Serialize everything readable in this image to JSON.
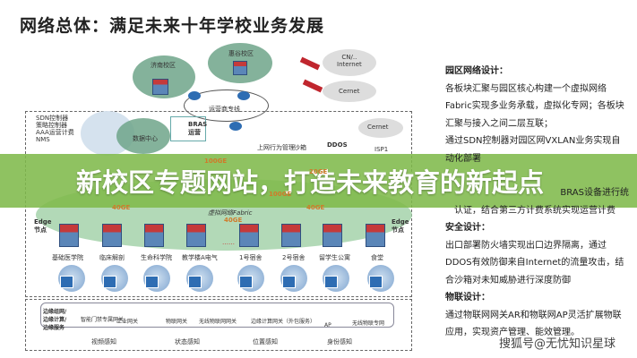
{
  "title": "网络总体：满足未来十年学校业务发展",
  "banner": "新校区专题网站，打造未来教育的新起点",
  "watermark": "搜狐号@无忧知识星球",
  "diagram": {
    "clouds": {
      "jinan": "济南校区",
      "campus2": "惠谷校区",
      "cn_internet": "CN/..\nInternet",
      "cernet": "Cernet",
      "cernet2": "Cernet",
      "isp1": "ISP1",
      "datacenter": "数据中心"
    },
    "operator_line": "运营商专线",
    "mgmt": [
      "SDN控制器",
      "策略控制器",
      "AAA运营计费",
      "NMS"
    ],
    "bras": "BRAS\n运营",
    "security": [
      "上网行为管理",
      "沙箱",
      "DDOS"
    ],
    "links": [
      "100GE",
      "20GE",
      "100GE",
      "40GE",
      "40GE",
      "40GE"
    ],
    "fabric": "虚拟网络Fabric",
    "edge_label": "Edge\n节点",
    "edge_nodes": [
      "基础医学院",
      "临床解剖",
      "生命科学院",
      "教学楼A电气",
      "1号宿舍",
      "2号宿舍",
      "留学生公寓",
      "食堂"
    ],
    "ellipsis": "……",
    "iot_label": "边缘组网/边缘计算/边缘服务",
    "iot_items": [
      "智能门禁专属网关",
      "工业网关",
      "物联网关",
      "无线物联网网关",
      "边缘计算网关（外包服务）",
      "AP",
      "无线物联专网"
    ],
    "sensing": [
      "视频感知",
      "状态感知",
      "位置感知",
      "身份感知"
    ]
  },
  "panel": {
    "sections": [
      {
        "heading": "园区网络设计：",
        "lines": [
          "各板块汇聚与园区核心构建一个虚拟网络",
          "Fabric实现多业务承载，虚拟化专网；各板块",
          "汇聚与接入之间二层互联；",
          "通过SDN控制器对园区网VXLAN业务实现自",
          "动化部署"
        ]
      },
      {
        "heading": "",
        "lines": [
          "BRAS设备进行统",
          "认证，结合第三方计费系统实现运营计费"
        ]
      },
      {
        "heading": "安全设计：",
        "lines": [
          "出口部署防火墙实现出口边界隔离，通过",
          "DDOS有效防御来自Internet的流量攻击，结",
          "合沙箱对未知威胁进行深度防御"
        ]
      },
      {
        "heading": "物联设计：",
        "lines": [
          "通过物联网网关AR和物联网AP灵活扩展物联",
          "应用，实现资产管理、能效管理。"
        ]
      }
    ]
  },
  "colors": {
    "banner": "#80b94b",
    "cloud": "#6fa58a",
    "fabric": "#9fd0a5",
    "firewall": "#c0262e",
    "device": "#2e6db3"
  }
}
